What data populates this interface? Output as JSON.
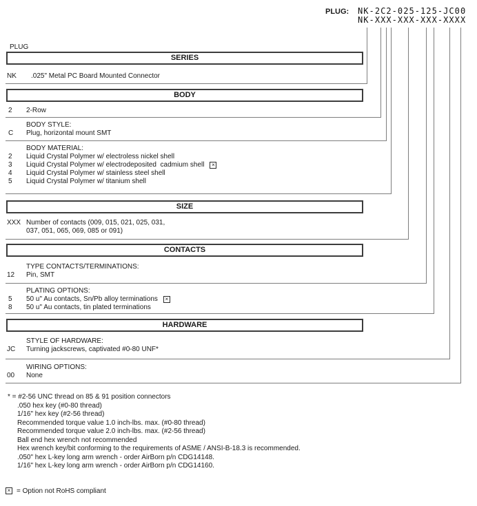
{
  "colors": {
    "text": "#1a1a1a",
    "rule": "#7d7d7d",
    "box_border": "#3c3c3c"
  },
  "icons": {
    "not_rohs": "×"
  },
  "header": {
    "plug_label": "PLUG:",
    "part_number_example": "NK-2C2-025-125-JC00",
    "part_number_mask": "NK-XXX-XXX-XXX-XXXX"
  },
  "diagram_label": "PLUG",
  "sections": {
    "series": {
      "title": "SERIES",
      "option": {
        "code": "NK",
        "desc": ".025\" Metal PC Board Mounted Connector"
      }
    },
    "body": {
      "title": "BODY",
      "row_option": {
        "code": "2",
        "desc": "2-Row"
      },
      "style_heading": "BODY STYLE:",
      "style_option": {
        "code": "C",
        "desc": "Plug, horizontal mount SMT"
      },
      "material_heading": "BODY MATERIAL:",
      "material_options": [
        {
          "code": "2",
          "desc": "Liquid Crystal Polymer w/ electroless nickel shell"
        },
        {
          "code": "3",
          "desc": "Liquid Crystal Polymer w/ electrodeposited  cadmium shell"
        },
        {
          "code": "4",
          "desc": "Liquid Crystal Polymer w/ stainless steel shell"
        },
        {
          "code": "5",
          "desc": "Liquid Crystal Polymer w/ titanium shell"
        }
      ]
    },
    "size": {
      "title": "SIZE",
      "option": {
        "code": "XXX",
        "desc_line1": "Number of contacts (009, 015, 021, 025, 031,",
        "desc_line2": "037, 051, 065, 069, 085 or 091)"
      }
    },
    "contacts": {
      "title": "CONTACTS",
      "type_heading": "TYPE CONTACTS/TERMINATIONS:",
      "type_option": {
        "code": "12",
        "desc": "Pin, SMT"
      },
      "plating_heading": "PLATING OPTIONS:",
      "plating_options": [
        {
          "code": "5",
          "desc": "50 u\" Au contacts, Sn/Pb alloy terminations"
        },
        {
          "code": "8",
          "desc": "50 u\" Au contacts, tin plated terminations"
        }
      ]
    },
    "hardware": {
      "title": "HARDWARE",
      "style_heading": "STYLE OF HARDWARE:",
      "style_option": {
        "code": "JC",
        "desc": "Turning jackscrews, captivated #0-80 UNF*"
      },
      "wiring_heading": "WIRING OPTIONS:",
      "wiring_option": {
        "code": "00",
        "desc": "None"
      }
    }
  },
  "footnotes": {
    "lead": "* = #2-56 UNC thread on 85 & 91 position connectors",
    "lines": [
      ".050 hex key (#0-80 thread)",
      "1/16\" hex key (#2-56 thread)",
      "Recommended torque value 1.0 inch-lbs. max. (#0-80 thread)",
      "Recommended torque value 2.0 inch-lbs. max. (#2-56 thread)",
      "Ball end hex wrench not recommended",
      "Hex wrench key/bit conforming to the requirements of ASME / ANSI-B-18.3 is recommended.",
      ".050\" hex L-key long arm wrench - order AirBorn p/n CDG14148.",
      "1/16\" hex L-key long arm wrench - order AirBorn p/n CDG14160."
    ]
  },
  "rohs_note": "= Option not RoHS compliant"
}
